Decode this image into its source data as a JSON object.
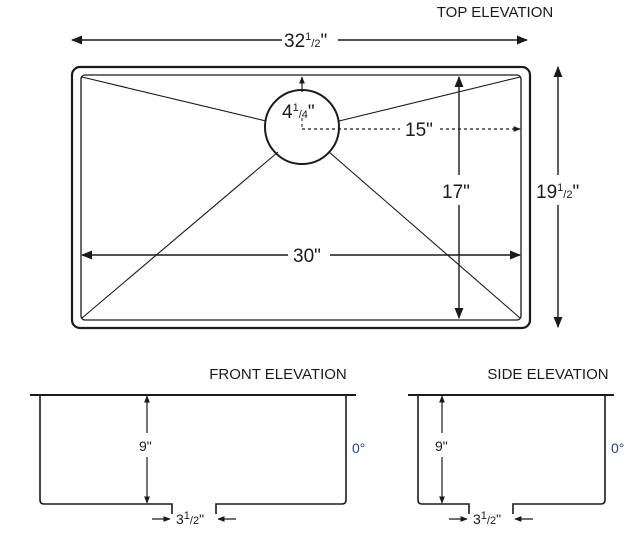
{
  "top": {
    "title": "TOP ELEVATION",
    "width_overall": {
      "whole": "32",
      "num": "1",
      "den": "2",
      "unit": "\""
    },
    "depth_overall": {
      "whole": "19",
      "num": "1",
      "den": "2",
      "unit": "\""
    },
    "drain_diameter": {
      "whole": "4",
      "num": "1",
      "den": "4",
      "unit": "\""
    },
    "drain_offset": "15\"",
    "bowl_depth": "17\"",
    "bowl_width": "30\""
  },
  "front": {
    "title": "FRONT ELEVATION",
    "depth": "9\"",
    "corner_angle": "0°",
    "drain_width": {
      "whole": "3",
      "num": "1",
      "den": "2",
      "unit": "\""
    }
  },
  "side": {
    "title": "SIDE ELEVATION",
    "depth": "9\"",
    "corner_angle": "0°",
    "drain_width": {
      "whole": "3",
      "num": "1",
      "den": "2",
      "unit": "\""
    }
  },
  "colors": {
    "line": "#1a1a1a",
    "angle": "#1f3f9a"
  }
}
